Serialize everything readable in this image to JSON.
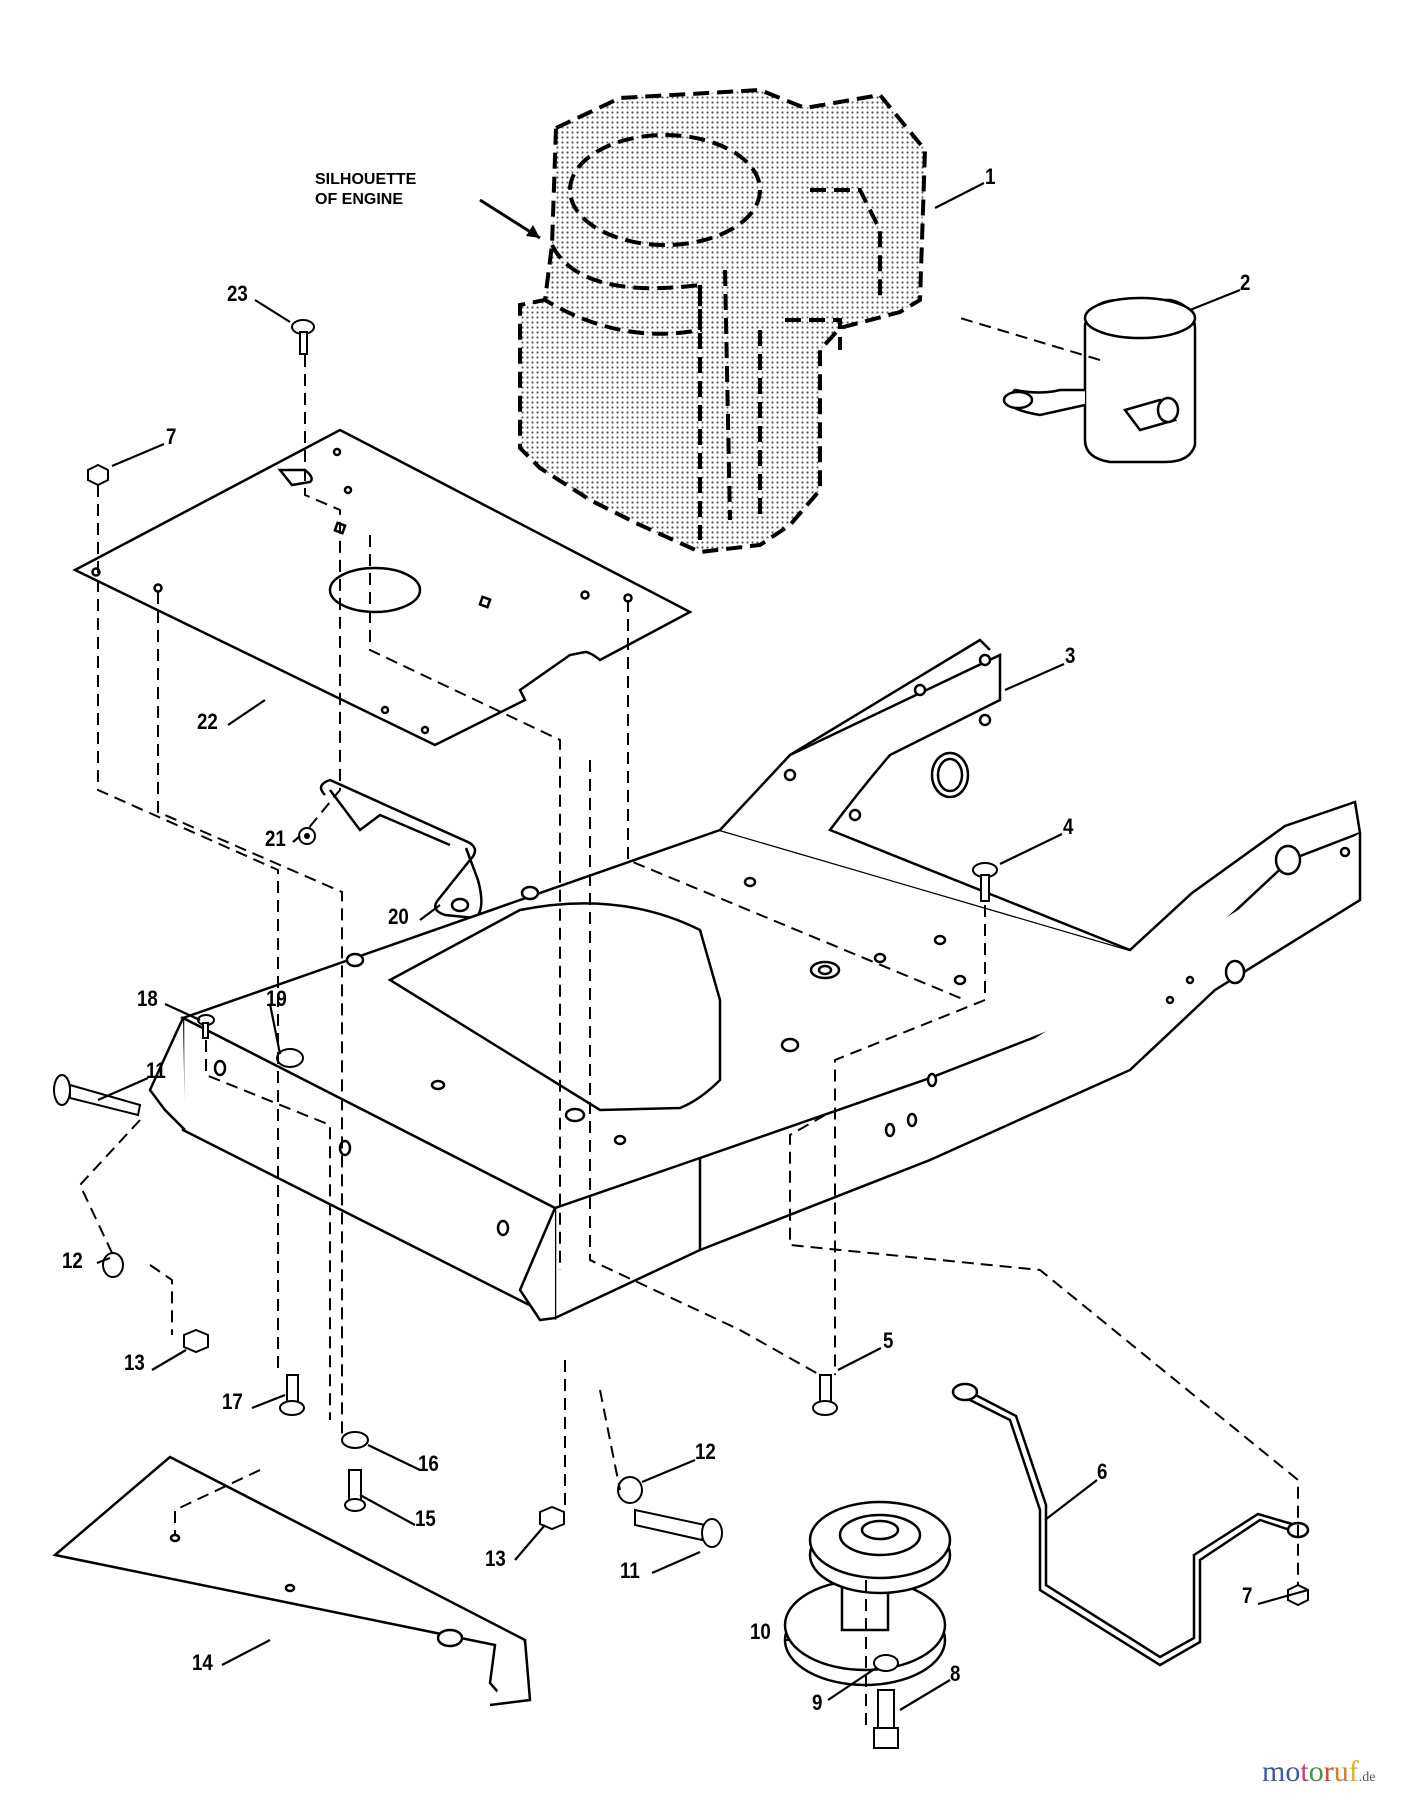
{
  "diagram": {
    "type": "exploded parts diagram",
    "annotation": {
      "line1": "SILHOUETTE",
      "line2": "OF ENGINE"
    },
    "callouts": [
      {
        "id": "c1",
        "number": "1",
        "part": "engine silhouette"
      },
      {
        "id": "c2",
        "number": "2",
        "part": "muffler"
      },
      {
        "id": "c3",
        "number": "3",
        "part": "frame side plate"
      },
      {
        "id": "c4",
        "number": "4",
        "part": "carriage bolt"
      },
      {
        "id": "c5",
        "number": "5",
        "part": "flange bolt"
      },
      {
        "id": "c6",
        "number": "6",
        "part": "rod"
      },
      {
        "id": "c7a",
        "number": "7",
        "part": "flange nut"
      },
      {
        "id": "c7b",
        "number": "7",
        "part": "flange nut"
      },
      {
        "id": "c8",
        "number": "8",
        "part": "cap screw"
      },
      {
        "id": "c9",
        "number": "9",
        "part": "lock washer"
      },
      {
        "id": "c10",
        "number": "10",
        "part": "pulley"
      },
      {
        "id": "c11a",
        "number": "11",
        "part": "shoulder bolt"
      },
      {
        "id": "c11b",
        "number": "11",
        "part": "shoulder bolt"
      },
      {
        "id": "c12a",
        "number": "12",
        "part": "bushing"
      },
      {
        "id": "c12b",
        "number": "12",
        "part": "bushing"
      },
      {
        "id": "c13a",
        "number": "13",
        "part": "hex nut"
      },
      {
        "id": "c13b",
        "number": "13",
        "part": "hex nut"
      },
      {
        "id": "c14",
        "number": "14",
        "part": "front bracket"
      },
      {
        "id": "c15",
        "number": "15",
        "part": "screw"
      },
      {
        "id": "c16",
        "number": "16",
        "part": "washer"
      },
      {
        "id": "c17",
        "number": "17",
        "part": "flange bolt"
      },
      {
        "id": "c18",
        "number": "18",
        "part": "screw"
      },
      {
        "id": "c19",
        "number": "19",
        "part": "grommet"
      },
      {
        "id": "c20",
        "number": "20",
        "part": "wire clip"
      },
      {
        "id": "c21",
        "number": "21",
        "part": "nut"
      },
      {
        "id": "c22",
        "number": "22",
        "part": "engine plate"
      },
      {
        "id": "c23",
        "number": "23",
        "part": "carriage bolt"
      }
    ]
  },
  "watermark": {
    "letters": [
      "m",
      "o",
      "t",
      "o",
      "r",
      "u",
      "f"
    ],
    "colors": [
      "#3a5ba8",
      "#3a5ba8",
      "#d23a6e",
      "#3f9a3a",
      "#d2452f",
      "#e07a1f",
      "#e0b21f"
    ],
    "suffix": ".de"
  }
}
